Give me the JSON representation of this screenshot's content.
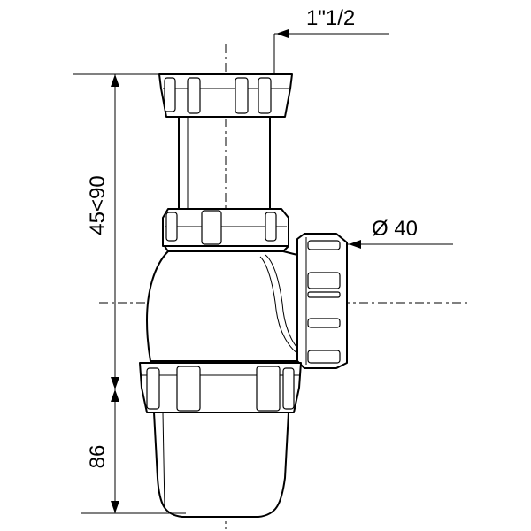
{
  "dimensions": {
    "inlet_thread": "1\"1/2",
    "outlet_diameter": "Ø 40",
    "height_adjustable": "45<90",
    "lower_height": "86"
  }
}
